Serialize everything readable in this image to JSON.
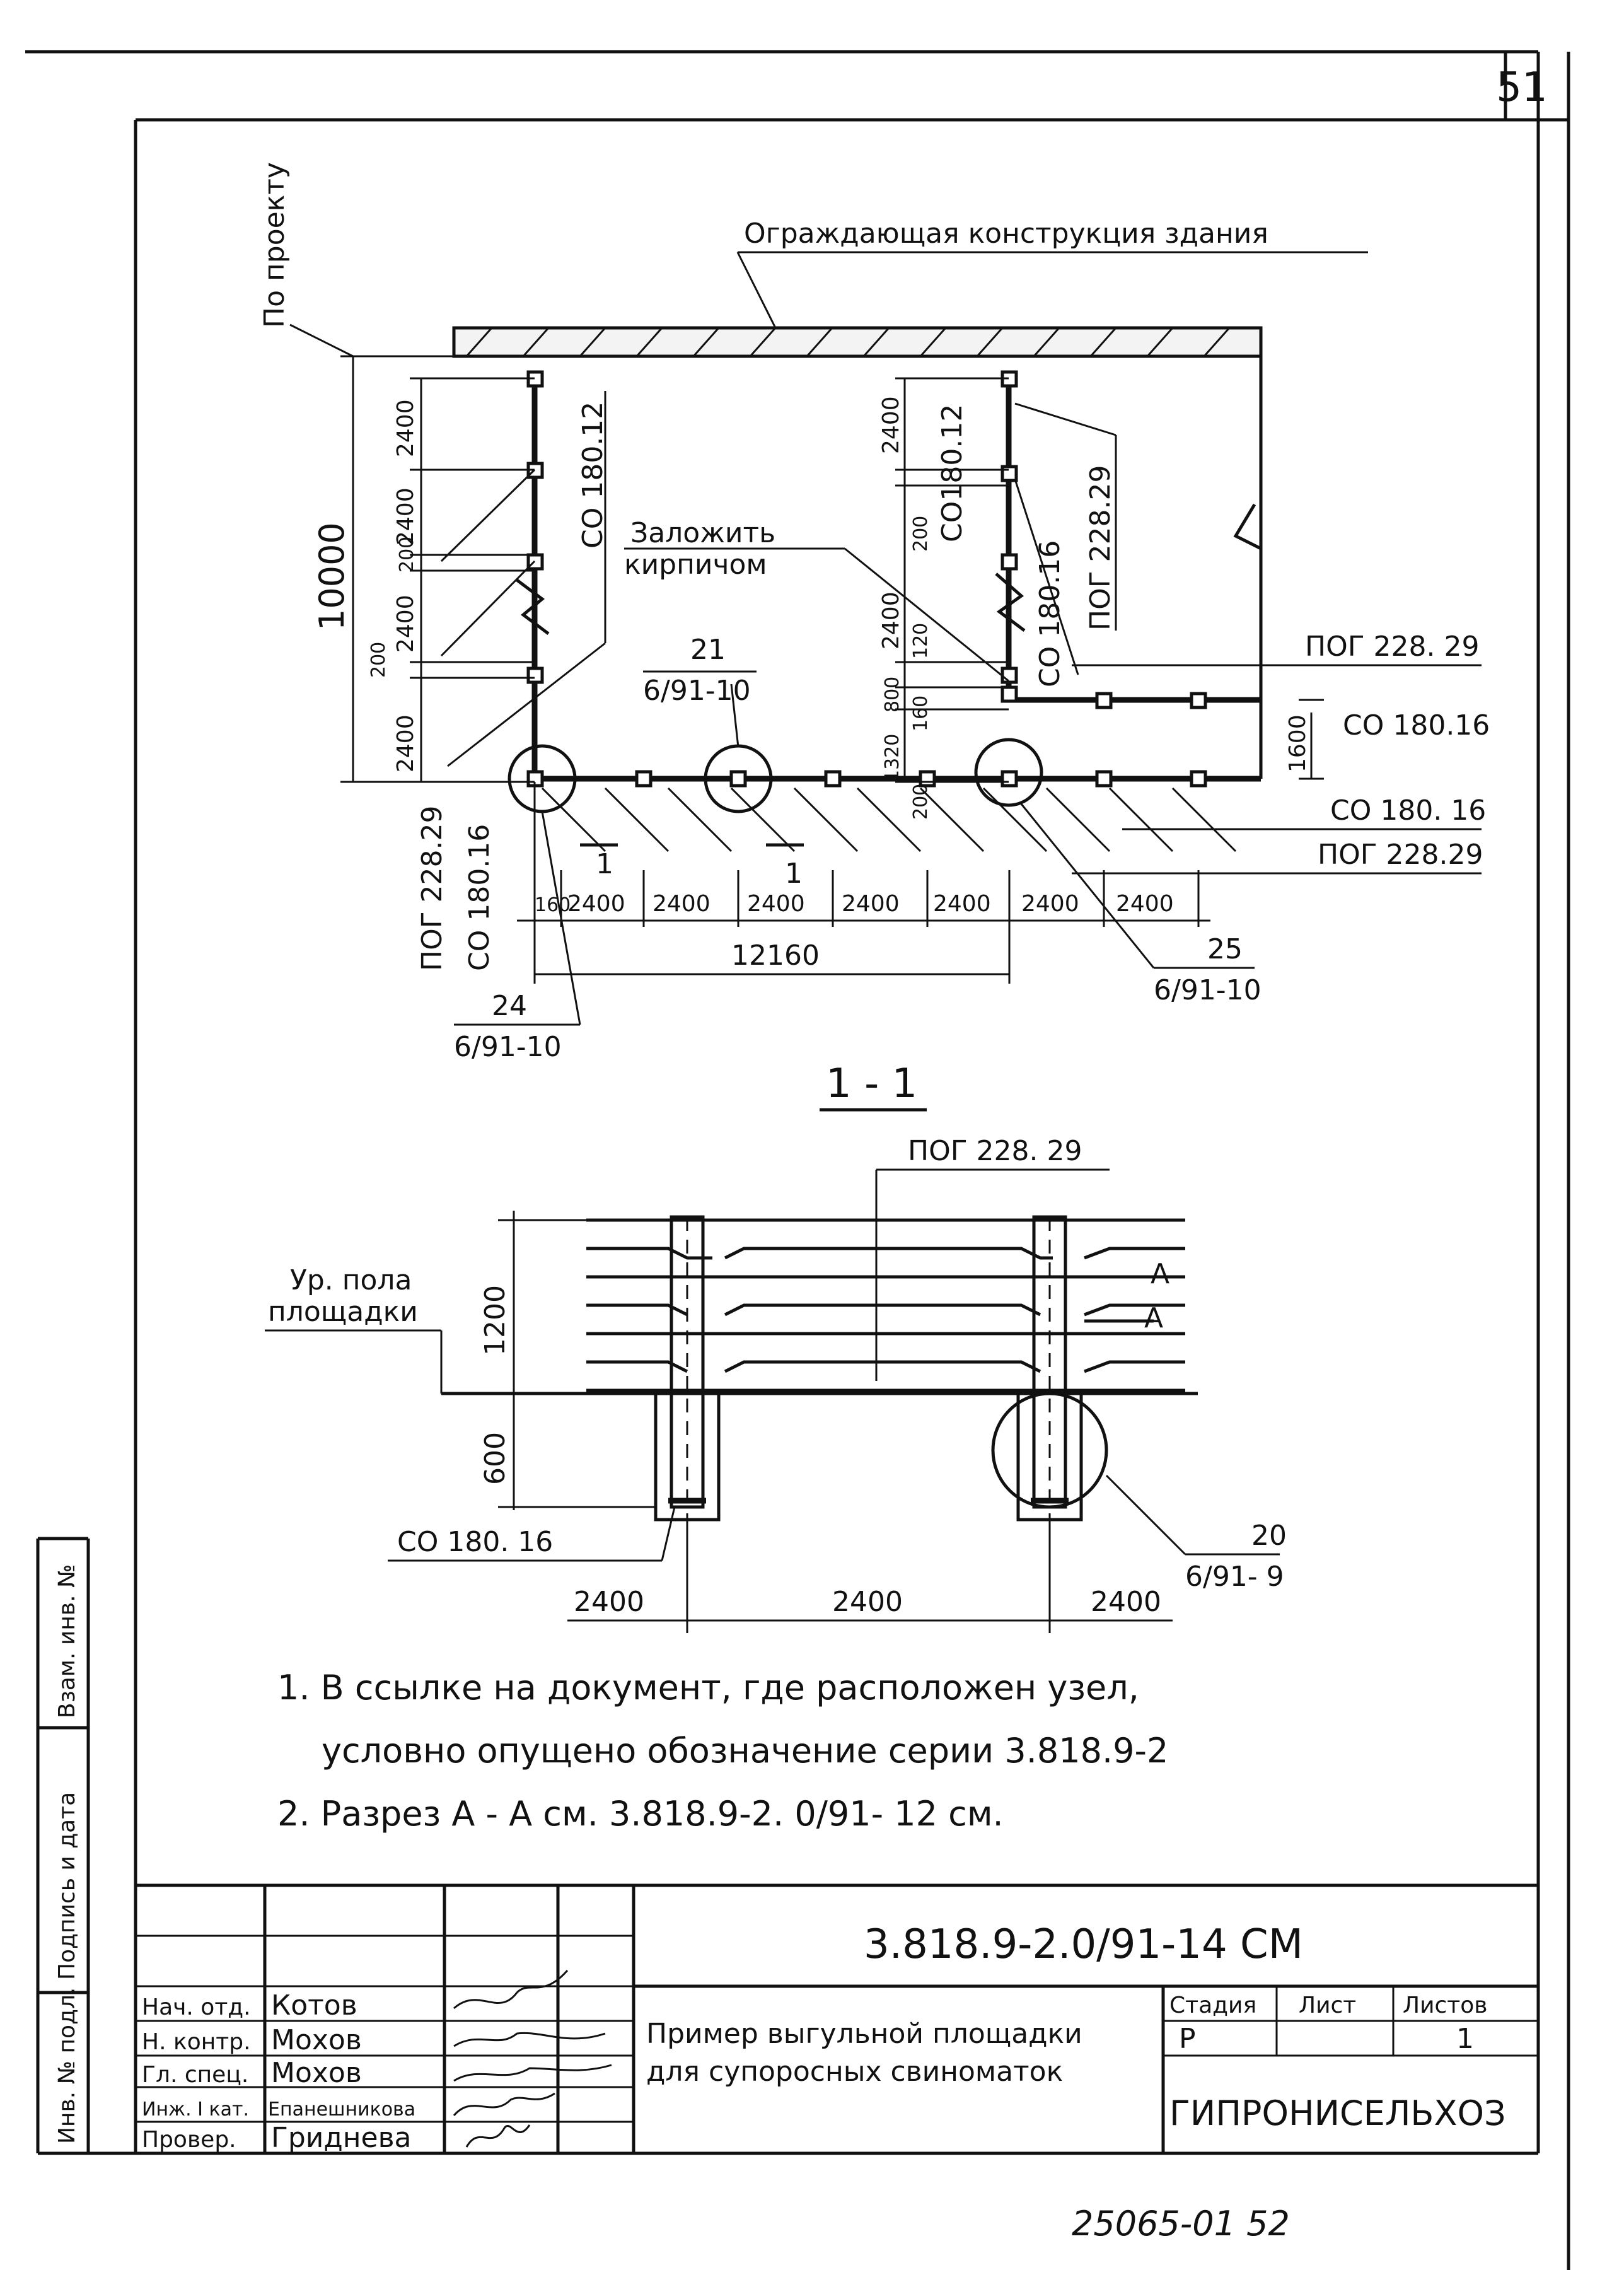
{
  "page_number": "51",
  "plan": {
    "enclosure_label": "Ограждающая конструкция здания",
    "by_project": "По проекту",
    "brick_fill_1": "Заложить",
    "brick_fill_2": "кирпичом",
    "overall_height": "10000",
    "left_dims": [
      "2400",
      "2400",
      "200",
      "2400",
      "200",
      "2400"
    ],
    "right_dims": [
      "2400",
      "200",
      "2400",
      "120",
      "800",
      "160",
      "1320",
      "200"
    ],
    "bottom_dims": [
      "160",
      "2400",
      "2400",
      "2400",
      "2400",
      "2400",
      "2400",
      "2400"
    ],
    "total_bottom": "12160",
    "right_side_dim": "1600",
    "label_co18012_left": "СО 180.12",
    "label_co18012_right": "СО180.12",
    "label_co18016_mid": "СО 180.16",
    "label_pog22829_mid": "ПОГ 228.29",
    "label_pog22829_r1": "ПОГ 228. 29",
    "label_co18016_r1": "СО 180.16",
    "label_co18016_r2": "СО 180. 16",
    "label_pog22829_r2": "ПОГ 228.29",
    "label_pog22829_lv": "ПОГ 228.29",
    "label_co18016_lv": "СО 180.16",
    "node21_top": "21",
    "node21_bot": "6/91-10",
    "node24_top": "24",
    "node24_bot": "6/91-10",
    "node25_top": "25",
    "node25_bot": "6/91-10",
    "cut_mark": "1"
  },
  "section": {
    "title": "1 - 1",
    "pog_label": "ПОГ 228. 29",
    "floor_1": "Ур. пола",
    "floor_2": "площадки",
    "h1": "1200",
    "h2": "600",
    "co_label": "СО 180. 16",
    "node20_top": "20",
    "node20_bot": "6/91- 9",
    "cut_aa": "А",
    "bottom_dims": [
      "2400",
      "2400",
      "2400"
    ]
  },
  "notes": [
    "1.  В ссылке на документ, где расположен узел,",
    "условно опущено обозначение серии 3.818.9-2",
    "2.  Разрез  А - А  см.  3.818.9-2. 0/91- 12 см."
  ],
  "side_stamp": [
    "Инв. № подл.",
    "Подпись и дата",
    "Взам. инв. №"
  ],
  "title_block": {
    "code": "3.818.9-2.0/91-14 СМ",
    "roles": [
      "Нач. отд.",
      "Н. контр.",
      "Гл. спец.",
      "Инж. I кат.",
      "Провер."
    ],
    "names": [
      "Котов",
      "Мохов",
      "Мохов",
      "Епанешникова",
      "Гриднева"
    ],
    "drawing_title_1": "Пример выгульной площадки",
    "drawing_title_2": "для супоросных свиноматок",
    "stage_header": "Стадия",
    "sheet_header": "Лист",
    "sheets_header": "Листов",
    "stage": "Р",
    "sheet": "",
    "sheets": "1",
    "org": "ГИПРОНИСЕЛЬХОЗ"
  },
  "footer_note": "25065-01    52"
}
